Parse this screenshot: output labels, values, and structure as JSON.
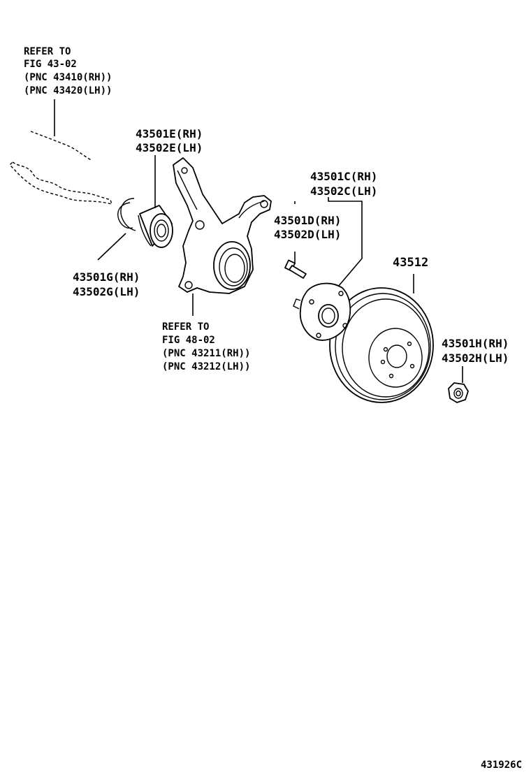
{
  "callouts": {
    "refer_axle": [
      "REFER TO",
      "FIG 43-02",
      "(PNC 43410(RH))",
      "(PNC 43420(LH))"
    ],
    "knuckle_cover": [
      "43501E(RH)",
      "43502E(LH)"
    ],
    "bearing": [
      "43501G(RH)",
      "43502G(LH)"
    ],
    "refer_knuckle": [
      "REFER TO",
      "FIG 48-02",
      "(PNC 43211(RH))",
      "(PNC 43212(LH))"
    ],
    "hub": [
      "43501C(RH)",
      "43502C(LH)"
    ],
    "hub_bolt": [
      "43501D(RH)",
      "43502D(LH)"
    ],
    "disc": [
      "43512"
    ],
    "nut": [
      "43501H(RH)",
      "43502H(LH)"
    ]
  },
  "figure_code": "431926C"
}
